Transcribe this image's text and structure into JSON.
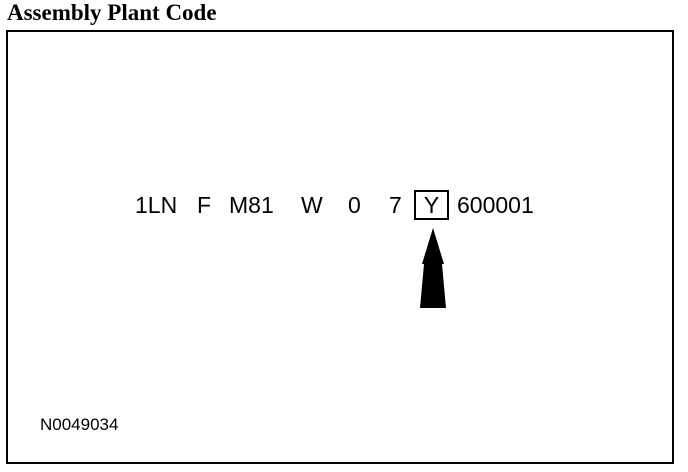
{
  "title": "Assembly Plant Code",
  "vin": {
    "segments": [
      "1LN",
      "F",
      "M81",
      "W",
      "0",
      "7"
    ],
    "highlighted": "Y",
    "serial": "600001"
  },
  "figure_id": "N0049034",
  "colors": {
    "ink": "#000000",
    "background": "#ffffff"
  },
  "icons": {
    "pointer": "arrow-up-icon"
  }
}
